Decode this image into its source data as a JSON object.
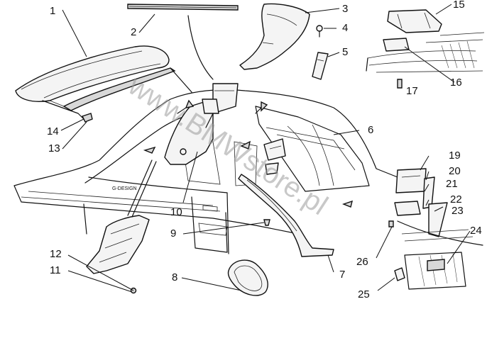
{
  "callouts": [
    {
      "label": "1"
    },
    {
      "label": "2"
    },
    {
      "label": "3"
    },
    {
      "label": "4"
    },
    {
      "label": "5"
    },
    {
      "label": "6"
    },
    {
      "label": "7"
    },
    {
      "label": "8"
    },
    {
      "label": "9"
    },
    {
      "label": "10"
    },
    {
      "label": "11"
    },
    {
      "label": "12"
    },
    {
      "label": "13"
    },
    {
      "label": "14"
    },
    {
      "label": "15"
    },
    {
      "label": "16"
    },
    {
      "label": "17"
    },
    {
      "label": "19"
    },
    {
      "label": "20"
    },
    {
      "label": "21"
    },
    {
      "label": "22"
    },
    {
      "label": "23"
    },
    {
      "label": "24"
    },
    {
      "label": "25"
    },
    {
      "label": "26"
    }
  ],
  "body_lettering": "G-DESIGN",
  "watermark": "www.BMWstore.pl"
}
